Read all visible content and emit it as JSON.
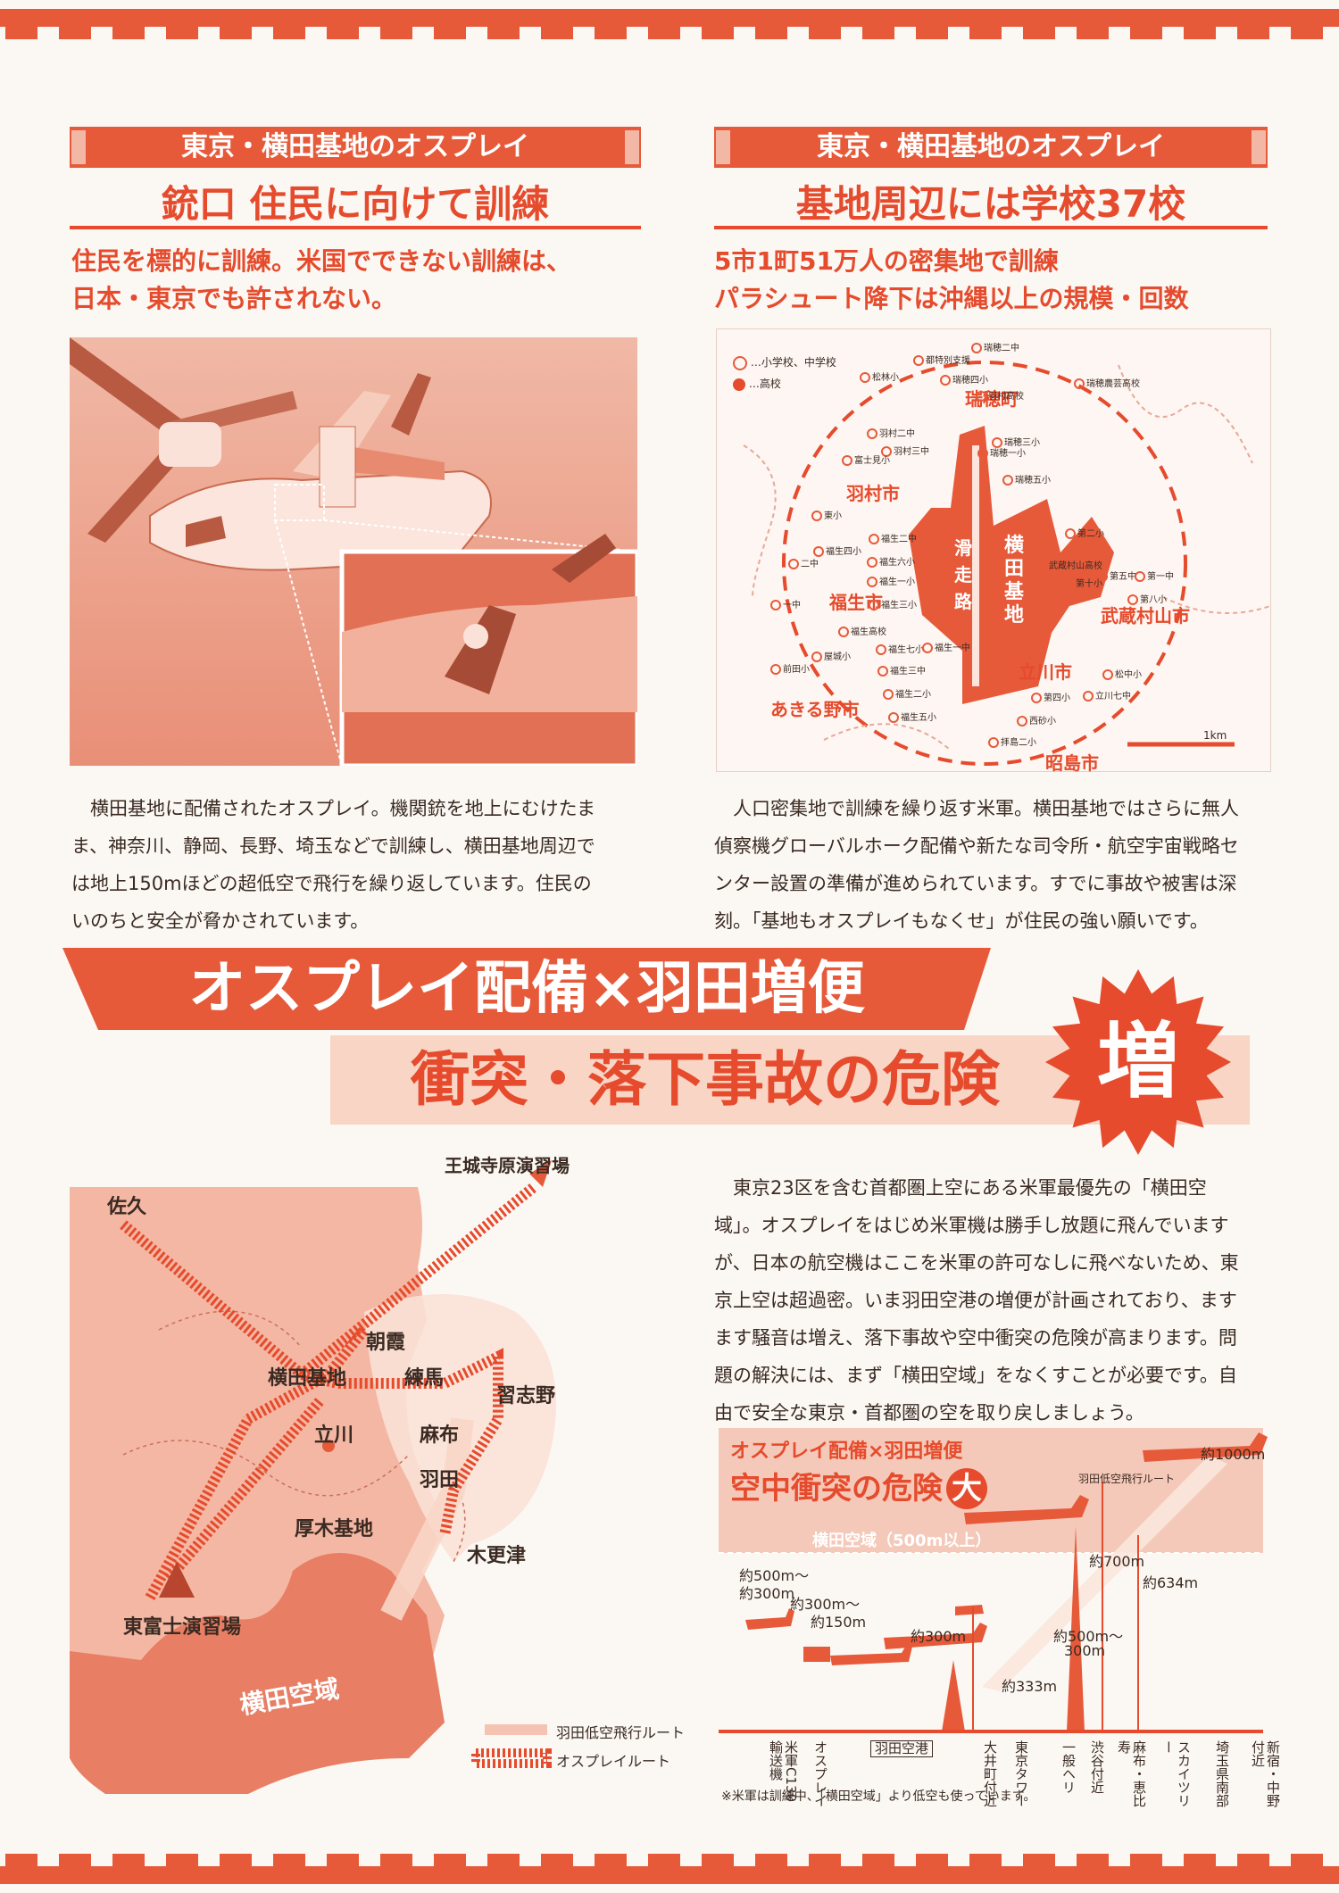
{
  "left_panel": {
    "tag": "東京・横田基地のオスプレイ",
    "headline": "銃口 住民に向けて訓練",
    "lead_lines": [
      "住民を標的に訓練。米国でできない訓練は、",
      "日本・東京でも許されない。"
    ],
    "body_lines": [
      "横田基地に配備されたオスプレイ。機関銃を地上にむけたま",
      "ま、神奈川、静岡、長野、埼玉などで訓練し、横田基地周辺で",
      "は地上150mほどの超低空で飛行を繰り返しています。住民の",
      "いのちと安全が脅かされています。"
    ]
  },
  "right_panel": {
    "tag": "東京・横田基地のオスプレイ",
    "headline": "基地周辺には学校37校",
    "lead_lines": [
      "5市1町51万人の密集地で訓練",
      "パラシュート降下は沖縄以上の規模・回数"
    ],
    "body_lines": [
      "人口密集地で訓練を繰り返す米軍。横田基地ではさらに無人",
      "偵察機グローバルホーク配備や新たな司令所・航空宇宙戦略セ",
      "ンター設置の準備が進められています。すでに事故や被害は深",
      "刻。「基地もオスプレイもなくせ」が住民の強い願いです。"
    ],
    "map": {
      "legend_school": "…小学校、中学校",
      "legend_high": "…高校",
      "base_label": "横田基地",
      "runway_label": "滑走路",
      "cities": [
        "瑞穂町",
        "羽村市",
        "福生市",
        "武蔵村山市",
        "立川市",
        "あきる野市",
        "昭島市"
      ],
      "schools": [
        "瑞穂二中",
        "瑞穂農芸高校",
        "都特別支援",
        "松林小",
        "瑞穂四小",
        "羽村高校",
        "羽村二中",
        "羽村三中",
        "富士見小",
        "瑞穂一小",
        "瑞穂三小",
        "瑞穂五小",
        "東小",
        "福生二中",
        "福生四小",
        "福生六小",
        "福生一小",
        "福生高校",
        "福生三小",
        "福生七小",
        "福生一中",
        "福生三中",
        "福生二小",
        "福生五小",
        "前田小",
        "屋城小",
        "拝島二小",
        "西砂小",
        "立川七中",
        "松中小",
        "第二小",
        "武蔵村山高校",
        "第五中",
        "第十小",
        "第一中",
        "第八小",
        "第四小",
        "一中",
        "二中"
      ],
      "scale": "1km"
    }
  },
  "banner": {
    "line1": "オスプレイ配備×羽田増便",
    "line2": "衝突・落下事故の危険",
    "stamp": "増"
  },
  "route_map": {
    "places": [
      "王城寺原演習場",
      "佐久",
      "朝霞",
      "横田基地",
      "練馬",
      "習志野",
      "立川",
      "麻布",
      "羽田",
      "厚木基地",
      "木更津",
      "東富士演習場"
    ],
    "airspace": "横田空域",
    "legend_haneda": "羽田低空飛行ルート",
    "legend_osprey": "オスプレイルート"
  },
  "main_text_lines": [
    "東京23区を含む首都圏上空にある米軍最優先の「横田空",
    "域」。オスプレイをはじめ米軍機は勝手し放題に飛んでいます",
    "が、日本の航空機はここを米軍の許可なしに飛べないため、東",
    "京上空は超過密。いま羽田空港の増便が計画されており、ます",
    "ます騒音は増え、落下事故や空中衝突の危険が高まります。問",
    "題の解決には、まず「横田空域」をなくすことが必要です。自",
    "由で安全な東京・首都圏の空を取り戻しましょう。"
  ],
  "diagram": {
    "tag": "オスプレイ配備×羽田増便",
    "title": "空中衝突の危険",
    "title_accent": "大",
    "airspace_label": "横田空域（500m以上）",
    "route_label": "羽田低空飛行ルート",
    "altitudes": [
      "約1000m",
      "約700m",
      "約634m",
      "約500m〜",
      "約300m",
      "約300m〜",
      "約150m",
      "約300m",
      "約500m〜",
      "300m",
      "約333m"
    ],
    "bottom_labels": [
      "米軍C130輸送機",
      "オスプレイ",
      "羽田空港",
      "大井町付近",
      "東京タワー",
      "一般ヘリ",
      "渋谷付近",
      "麻布・恵比寿",
      "スカイツリー",
      "埼玉県南部",
      "新宿・中野付近"
    ],
    "note": "※米軍は訓練中、「横田空域」より低空も使っています。"
  }
}
